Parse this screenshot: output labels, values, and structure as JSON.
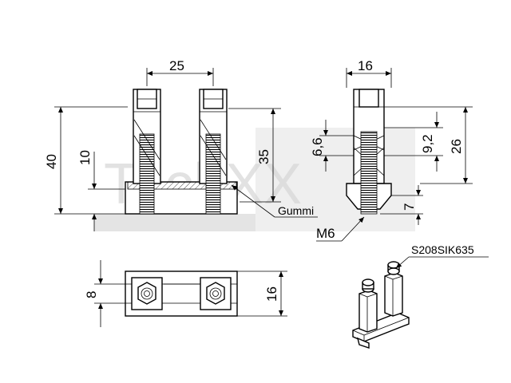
{
  "watermark": {
    "text": "TechXX",
    "color": "#d9d9d9"
  },
  "front_view": {
    "dim_spacing": "25",
    "dim_total_height": "40",
    "dim_base_height": "10",
    "dim_bolt_height": "35",
    "label_rubber": "Gummi"
  },
  "side_view": {
    "dim_width": "16",
    "dim_a": "6,6",
    "dim_b": "9,2",
    "dim_height": "26",
    "dim_foot": "7",
    "label_thread": "M6"
  },
  "top_view": {
    "dim_inner": "8",
    "dim_outer": "16"
  },
  "iso_view": {
    "part_number": "S208SIK635"
  },
  "colors": {
    "line": "#000000",
    "watermark": "#d9d9d9",
    "hatch": "#000000"
  }
}
